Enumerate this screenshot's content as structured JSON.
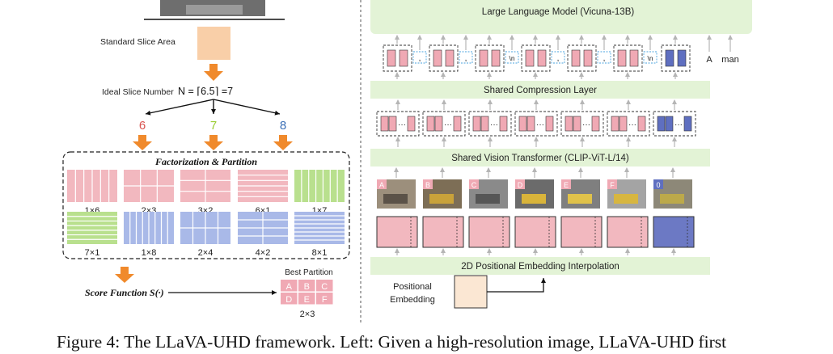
{
  "left": {
    "standard_slice_label": "Standard Slice Area",
    "ideal_slice_label": "Ideal Slice Number",
    "formula": "N = ⌈6.5⌉ =7",
    "candidates": [
      {
        "label": "6",
        "color": "#d9534f"
      },
      {
        "label": "7",
        "color": "#9acd32"
      },
      {
        "label": "8",
        "color": "#3b6fb6"
      }
    ],
    "factorization_title": "Factorization & Partition",
    "partitions_row1": [
      {
        "label": "1×6",
        "rows": 1,
        "cols": 6,
        "color": "pink"
      },
      {
        "label": "2×3",
        "rows": 2,
        "cols": 3,
        "color": "pink"
      },
      {
        "label": "3×2",
        "rows": 3,
        "cols": 2,
        "color": "pink"
      },
      {
        "label": "6×1",
        "rows": 6,
        "cols": 1,
        "color": "pink"
      },
      {
        "label": "1×7",
        "rows": 1,
        "cols": 7,
        "color": "green"
      }
    ],
    "partitions_row2": [
      {
        "label": "7×1",
        "rows": 7,
        "cols": 1,
        "color": "green"
      },
      {
        "label": "1×8",
        "rows": 1,
        "cols": 8,
        "color": "blue"
      },
      {
        "label": "2×4",
        "rows": 2,
        "cols": 4,
        "color": "blue"
      },
      {
        "label": "4×2",
        "rows": 4,
        "cols": 2,
        "color": "blue"
      },
      {
        "label": "8×1",
        "rows": 8,
        "cols": 1,
        "color": "blue"
      }
    ],
    "score_function": "Score Function S(·)",
    "best_partition_label": "Best Partition",
    "best_partition_cells": [
      "A",
      "B",
      "C",
      "D",
      "E",
      "F"
    ],
    "best_partition_dims": "2×3"
  },
  "right": {
    "llm_label": "Large Language Model (Vicuna-13B)",
    "compression_label": "Shared Compression Layer",
    "vit_label": "Shared Vision Transformer (CLIP-ViT-L/14)",
    "pos_interp_label": "2D Positional Embedding Interpolation",
    "pos_embedding_label": [
      "Positional",
      "Embedding"
    ],
    "separators": [
      ",",
      ",",
      "\\n",
      ",",
      ",",
      "\\n"
    ],
    "output_tokens": [
      "A",
      "man"
    ],
    "slice_tags": [
      "A",
      "B",
      "C",
      "D",
      "E",
      "F",
      "0"
    ]
  },
  "caption": "Figure 4: The LLaVA-UHD framework. Left: Given a high-resolution image, LLaVA-UHD first",
  "colors": {
    "pink": "#f2b8bf",
    "pink_line": "#ffffff",
    "green": "#b9e08e",
    "blue": "#a9b9e8",
    "token_pink": "#f0a9b4",
    "token_blue": "#5f6fc0",
    "band": "#e3f3d6",
    "orange": "#f08a2c",
    "peach": "#f9cfa8",
    "beige": "#fbe7d3",
    "sep_cyan": "#4aa3df"
  }
}
